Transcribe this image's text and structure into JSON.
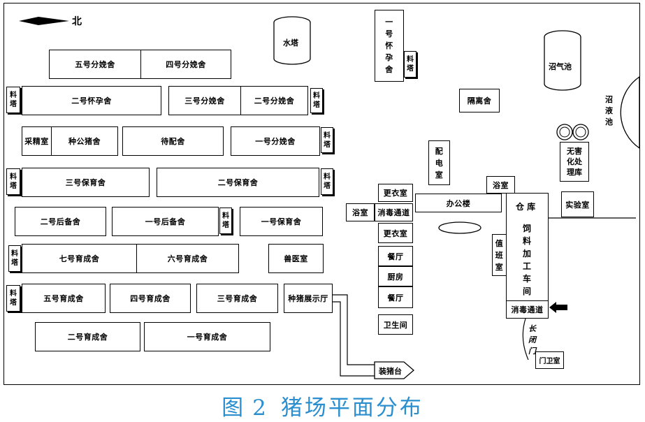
{
  "north_label": "北",
  "water_tower": "水塔",
  "biogas_tank": "沼气池",
  "slurry_pond": "沼液池",
  "feed_tower": "料塔",
  "buildings": {
    "farrow5": "五号分娩舍",
    "farrow4": "四号分娩舍",
    "gest2": "二号怀孕舍",
    "farrow3": "三号分娩舍",
    "farrow2": "二号分娩舍",
    "semen_room": "采精室",
    "boar": "种公猪舍",
    "breeding_wait": "待配舍",
    "farrow1": "一号分娩舍",
    "nursery3": "三号保育舍",
    "nursery2": "二号保育舍",
    "reserve2": "二号后备舍",
    "reserve1": "一号后备舍",
    "nursery1": "一号保育舍",
    "finish7": "七号育成舍",
    "finish6": "六号育成舍",
    "vet": "兽医室",
    "finish5": "五号育成舍",
    "finish4": "四号育成舍",
    "finish3": "三号育成舍",
    "showroom": "种猪展示厅",
    "finish2": "二号育成舍",
    "finish1": "一号育成舍",
    "gest1": "一号怀孕舍",
    "isolation": "隔离舍",
    "power_room": "配电室",
    "harmless": "无害化处理库",
    "dressing1": "更衣室",
    "bath1": "浴室",
    "disinfect1": "消毒通道",
    "dressing2": "更衣室",
    "canteen1": "餐厅",
    "kitchen": "厨房",
    "canteen2": "餐厅",
    "toilet": "卫生间",
    "office": "办公楼",
    "bath2": "浴室",
    "warehouse": "仓 库",
    "feed_mill": "饲料加工车间",
    "duty_room": "值班室",
    "disinfect2": "消毒通道",
    "lab": "实验室",
    "closed_gate": "长闭门",
    "guard": "门卫室",
    "loading": "装猪台"
  },
  "caption": {
    "fig": "图",
    "num": "2",
    "title": "猪场平面分布"
  }
}
